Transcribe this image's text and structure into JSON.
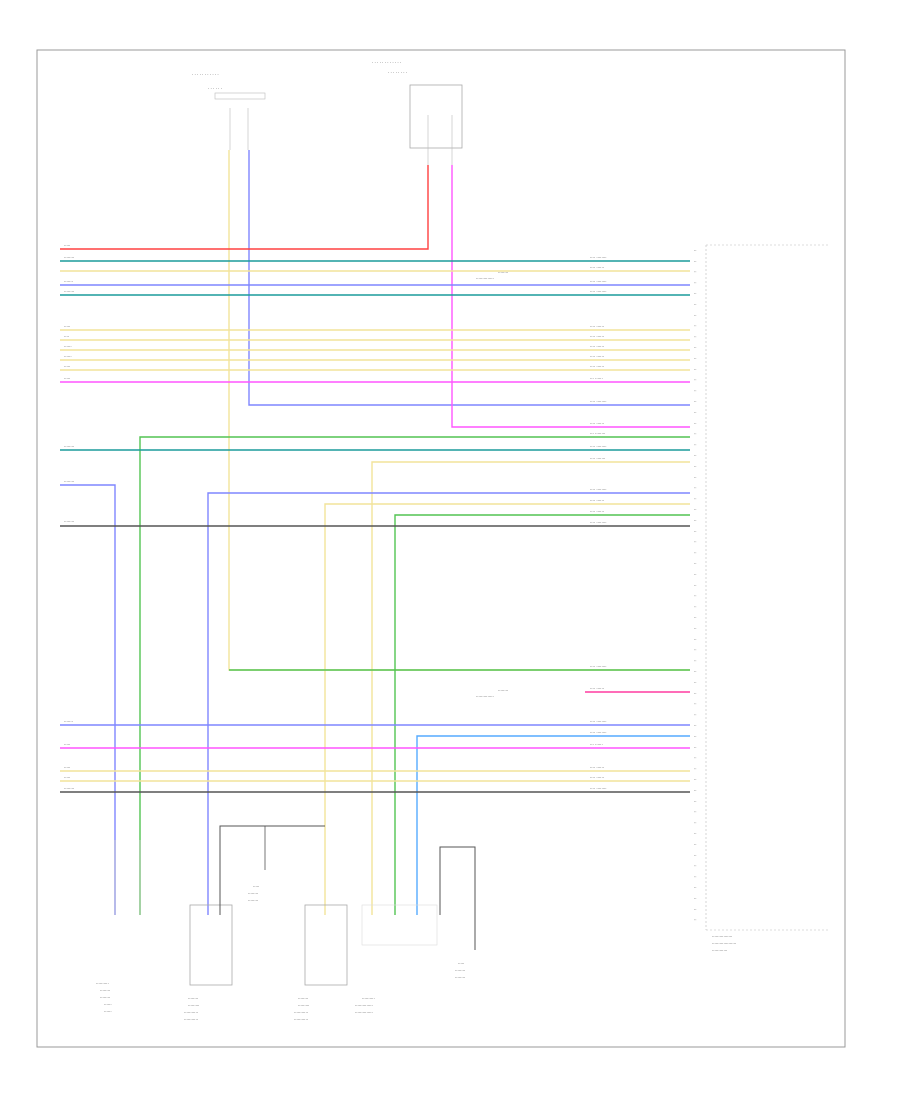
{
  "figure_ref": "",
  "wire_colors": {
    "yellow": "#f2e39a",
    "red": "#ff4040",
    "blue": "#7f86ff",
    "magenta": "#ff55ff",
    "teal": "#1a9b9b",
    "green": "#52c452",
    "dark_gray": "#555555",
    "light_blue": "#55aaff",
    "frame": "#999999"
  },
  "components": [
    {
      "id": "top-connector-1",
      "label": ""
    },
    {
      "id": "top-connector-2",
      "label": ""
    },
    {
      "id": "bottom-connector-1",
      "label": ""
    },
    {
      "id": "bottom-connector-2",
      "label": ""
    },
    {
      "id": "bottom-connector-3",
      "label": ""
    },
    {
      "id": "bottom-connector-4",
      "label": ""
    },
    {
      "id": "bottom-connector-5",
      "label": ""
    },
    {
      "id": "main-module",
      "label": ""
    }
  ]
}
